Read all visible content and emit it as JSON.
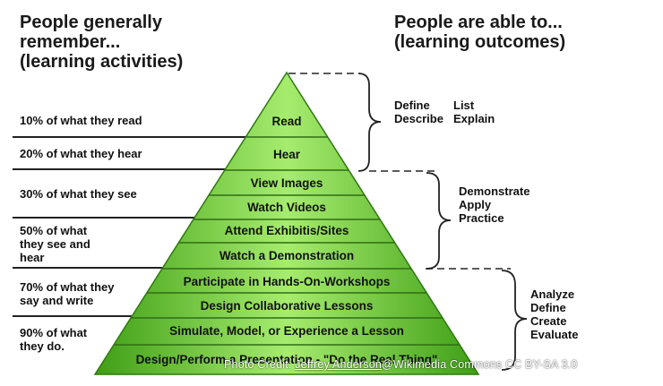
{
  "left_heading": "People generally\nremember...\n(learning activities)",
  "right_heading": "People are able to...\n(learning outcomes)",
  "retention": [
    "10% of what they read",
    "20% of what they hear",
    "30% of what they see",
    "50% of what\nthey see and\nhear",
    "70% of what they\nsay and write",
    "90% of what\nthey do."
  ],
  "levels": [
    "Read",
    "Hear",
    "View Images",
    "Watch Videos",
    "Attend Exhibitis/Sites",
    "Watch a Demonstration",
    "Participate in Hands-On-Workshops",
    "Design Collaborative Lessons",
    "Simulate, Model, or Experience a Lesson",
    "Design/Perform a Presentation - \"Do the Real Thing\""
  ],
  "outcomes": {
    "group1_col1": "Define\nDescribe",
    "group1_col2": "List\nExplain",
    "group2": "Demonstrate\nApply\nPractice",
    "group3": "Analyze\nDefine\nCreate\nEvaluate"
  },
  "credit": {
    "prefix": "Photo Credit: ",
    "author": "Jeffrey Anderson",
    "suffix": "@Wikimedia Commons CC BY-SA 3.0"
  },
  "colors": {
    "pyramid_light": "#a6ec6e",
    "pyramid_dark": "#3f9e16",
    "line": "#222222"
  }
}
